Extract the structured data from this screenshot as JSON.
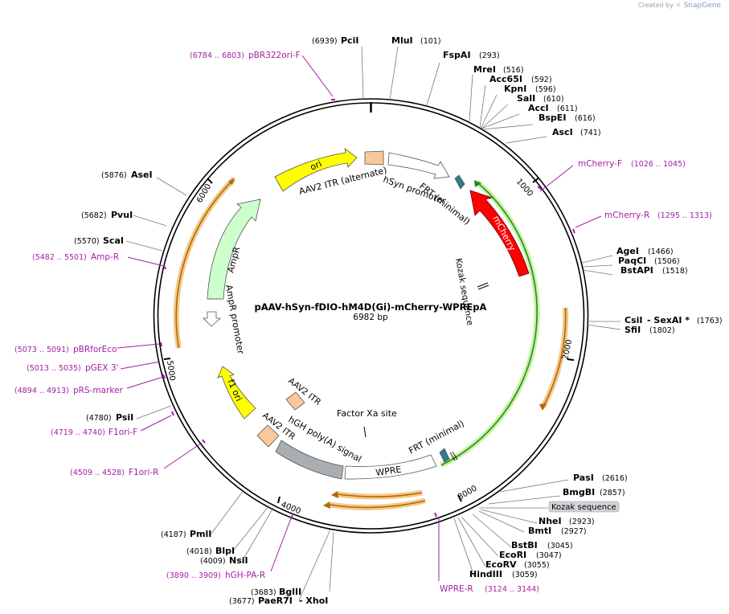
{
  "brand": {
    "created_by": "Created by",
    "name": "SnapGene"
  },
  "plasmid": {
    "name": "pAAV-hSyn-fDIO-hM4D(Gi)-mCherry-WPREpA",
    "size": "6982 bp",
    "length": 6982
  },
  "colors": {
    "ori": "#ffff00",
    "ampr": "#ccffcc",
    "mcherry": "#ff0000",
    "itr": "#f9c89b",
    "frt": "#2f7f8a",
    "poly_a": "#a9aeb3",
    "orange_band": "#f5c98e",
    "green_band": "#c9f1a5",
    "primer": "#a31ea3"
  },
  "ticks": [
    {
      "label": "1000",
      "pos": 1000
    },
    {
      "label": "2000",
      "pos": 2000
    },
    {
      "label": "3000",
      "pos": 3000
    },
    {
      "label": "4000",
      "pos": 4000
    },
    {
      "label": "5000",
      "pos": 5000
    },
    {
      "label": "6000",
      "pos": 6000
    }
  ],
  "sites": [
    {
      "name": "PciI",
      "pos": "(6939)"
    },
    {
      "name": "MluI",
      "pos": "(101)"
    },
    {
      "name": "FspAI",
      "pos": "(293)"
    },
    {
      "name": "MreI",
      "pos": "(516)"
    },
    {
      "name": "Acc65I",
      "pos": "(592)"
    },
    {
      "name": "KpnI",
      "pos": "(596)"
    },
    {
      "name": "SalI",
      "pos": "(610)"
    },
    {
      "name": "AccI",
      "pos": "(611)"
    },
    {
      "name": "BspEI",
      "pos": "(616)"
    },
    {
      "name": "AscI",
      "pos": "(741)"
    },
    {
      "name": "AgeI",
      "pos": "(1466)"
    },
    {
      "name": "PaqCI",
      "pos": "(1506)"
    },
    {
      "name": "BstAPI",
      "pos": "(1518)"
    },
    {
      "name": "CsiI",
      "pos": ""
    },
    {
      "name": "- SexAI *",
      "pos": "(1763)"
    },
    {
      "name": "SfiI",
      "pos": "(1802)"
    },
    {
      "name": "PasI",
      "pos": "(2616)"
    },
    {
      "name": "BmgBI",
      "pos": "(2857)"
    },
    {
      "name": "NheI",
      "pos": "(2923)"
    },
    {
      "name": "BmtI",
      "pos": "(2927)"
    },
    {
      "name": "BstBI",
      "pos": "(3045)"
    },
    {
      "name": "EcoRI",
      "pos": "(3047)"
    },
    {
      "name": "EcoRV",
      "pos": "(3055)"
    },
    {
      "name": "HindIII",
      "pos": "(3059)"
    },
    {
      "name": "BglII",
      "pos": "(3683)"
    },
    {
      "name": "PaeR7I",
      "pos": "(3677)"
    },
    {
      "name": "- XhoI",
      "pos": ""
    },
    {
      "name": "NsiI",
      "pos": "(4009)"
    },
    {
      "name": "BlpI",
      "pos": "(4018)"
    },
    {
      "name": "PmlI",
      "pos": "(4187)"
    },
    {
      "name": "PsiI",
      "pos": "(4780)"
    },
    {
      "name": "ScaI",
      "pos": "(5570)"
    },
    {
      "name": "PvuI",
      "pos": "(5682)"
    },
    {
      "name": "AseI",
      "pos": "(5876)"
    }
  ],
  "primers": [
    {
      "name": "pBR322ori-F",
      "range": "(6784 .. 6803)"
    },
    {
      "name": "mCherry-F",
      "range": "(1026 .. 1045)"
    },
    {
      "name": "mCherry-R",
      "range": "(1295 .. 1313)"
    },
    {
      "name": "WPRE-R",
      "range": "(3124 .. 3144)"
    },
    {
      "name": "hGH-PA-R",
      "range": "(3890 .. 3909)"
    },
    {
      "name": "F1ori-R",
      "range": "(4509 .. 4528)"
    },
    {
      "name": "F1ori-F",
      "range": "(4719 .. 4740)"
    },
    {
      "name": "pRS-marker",
      "range": "(4894 .. 4913)"
    },
    {
      "name": "pGEX 3'",
      "range": "(5013 .. 5035)"
    },
    {
      "name": "pBRforEco",
      "range": "(5073 .. 5091)"
    },
    {
      "name": "Amp-R",
      "range": "(5482 .. 5501)"
    }
  ],
  "features": {
    "ori": "ori",
    "ampr": "AmpR",
    "ampr_promoter": "AmpR promoter",
    "mcherry": "mCherry",
    "kozak_inner": "Kozak sequence",
    "kozak_outer": "Kozak sequence",
    "itr_alt": "AAV2 ITR (alternate)",
    "hsyn": "hSyn promoter",
    "frt_top": "FRT (minimal)",
    "frt_bottom": "FRT (minimal)",
    "f1ori": "f1 ori",
    "aav2_itr_a": "AAV2 ITR",
    "aav2_itr_b": "AAV2 ITR",
    "hgh_polya": "hGH poly(A) signal",
    "factor_xa": "Factor Xa site",
    "wpre": "WPRE"
  }
}
